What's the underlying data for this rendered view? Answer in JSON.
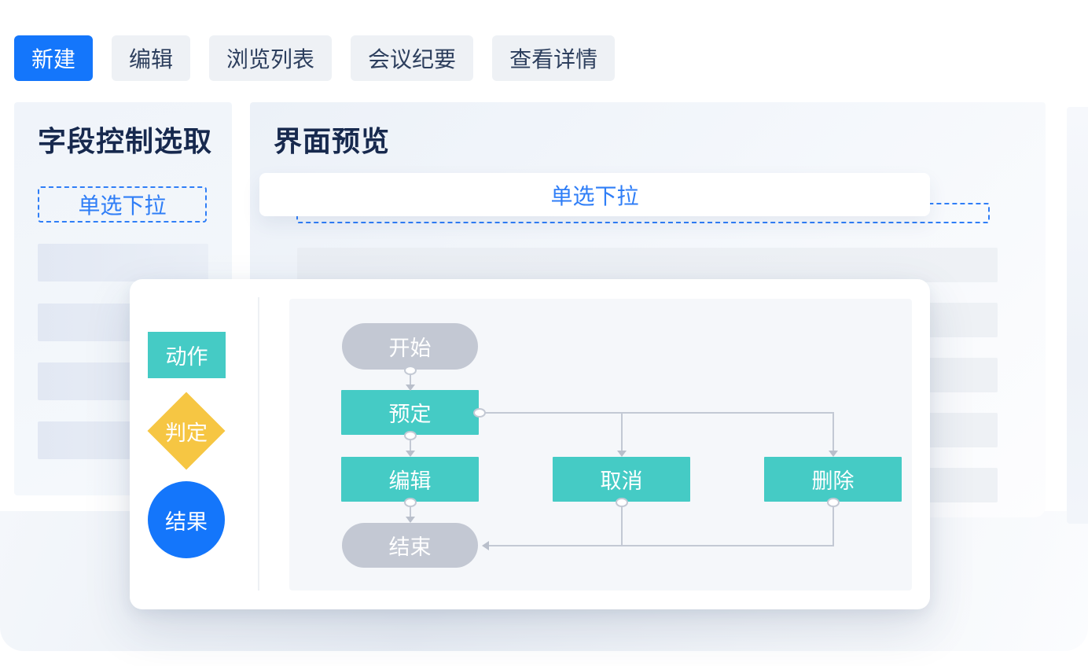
{
  "tabs": [
    {
      "label": "新建",
      "active": true
    },
    {
      "label": "编辑",
      "active": false
    },
    {
      "label": "浏览列表",
      "active": false
    },
    {
      "label": "会议纪要",
      "active": false
    },
    {
      "label": "查看详情",
      "active": false
    }
  ],
  "left_panel": {
    "title": "字段控制选取",
    "field_option": "单选下拉",
    "placeholder_row_count": 4
  },
  "preview_panel": {
    "title": "界面预览",
    "dropdown_value": "单选下拉",
    "placeholder_row_count": 5
  },
  "flow_panel": {
    "palette": [
      {
        "label": "动作",
        "shape": "rectangle",
        "color": "#45CBC5"
      },
      {
        "label": "判定",
        "shape": "diamond",
        "color": "#F6C643"
      },
      {
        "label": "结果",
        "shape": "circle",
        "color": "#1476FB"
      }
    ],
    "nodes": {
      "start": {
        "label": "开始",
        "type": "terminal"
      },
      "reserve": {
        "label": "预定",
        "type": "action"
      },
      "edit": {
        "label": "编辑",
        "type": "action"
      },
      "cancel": {
        "label": "取消",
        "type": "action"
      },
      "delete": {
        "label": "删除",
        "type": "action"
      },
      "end": {
        "label": "结束",
        "type": "terminal"
      }
    }
  },
  "colors": {
    "accent_blue": "#1476FB",
    "link_blue": "#2F7EF7",
    "teal": "#45CBC5",
    "yellow": "#F6C643",
    "node_gray": "#C3C8D3",
    "connector_gray": "#C3C9D4",
    "title_navy": "#17294E"
  }
}
